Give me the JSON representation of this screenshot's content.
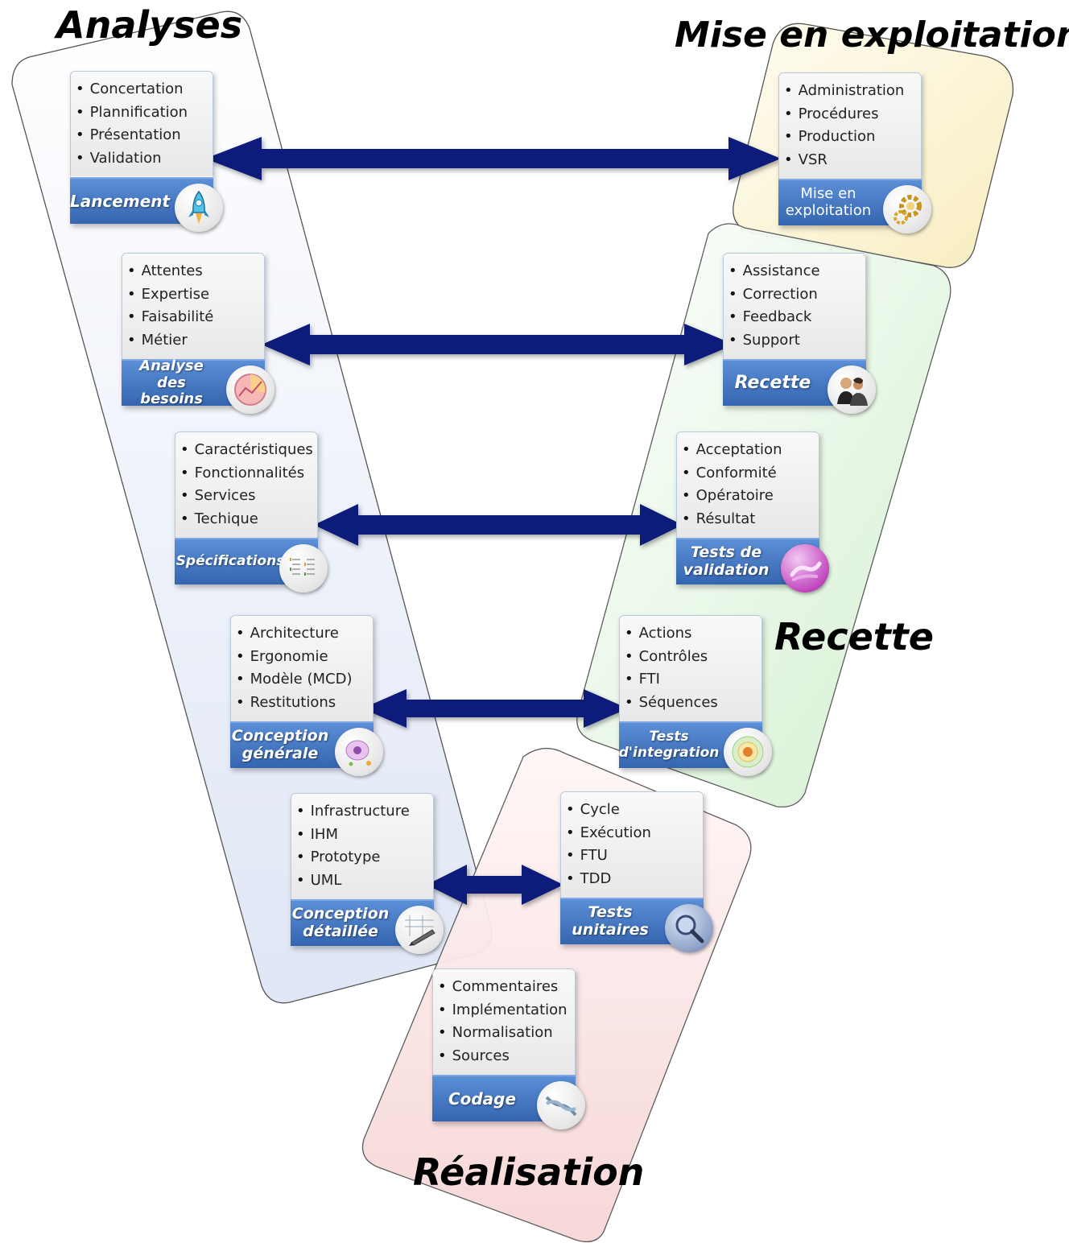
{
  "zones": {
    "analyses": "Analyses",
    "exploitation": "Mise en exploitation",
    "recette": "Recette",
    "realisation": "Réalisation"
  },
  "phases": {
    "lancement": {
      "label": "Lancement",
      "items": [
        "Concertation",
        "Plannification",
        "Présentation",
        "Validation"
      ],
      "icon": "rocket-icon"
    },
    "analyse_besoins": {
      "label": "Analyse des\nbesoins",
      "items": [
        "Attentes",
        "Expertise",
        "Faisabilité",
        "Métier"
      ],
      "icon": "chart-plate-icon"
    },
    "specifications": {
      "label": "Spécifications",
      "items": [
        "Caractéristiques",
        "Fonctionnalités",
        "Services",
        "Techique"
      ],
      "icon": "document-list-icon"
    },
    "conception_generale": {
      "label": "Conception\ngénérale",
      "items": [
        "Architecture",
        "Ergonomie",
        "Modèle (MCD)",
        "Restitutions"
      ],
      "icon": "cell-icon"
    },
    "conception_detaillee": {
      "label": "Conception\ndétaillée",
      "items": [
        "Infrastructure",
        "IHM",
        "Prototype",
        "UML"
      ],
      "icon": "pencil-drawing-icon"
    },
    "codage": {
      "label": "Codage",
      "items": [
        "Commentaires",
        "Implémentation",
        "Normalisation",
        "Sources"
      ],
      "icon": "dna-icon"
    },
    "tests_unitaires": {
      "label": "Tests\nunitaires",
      "items": [
        "Cycle",
        "Exécution",
        "FTU",
        "TDD"
      ],
      "icon": "magnifier-icon"
    },
    "tests_integration": {
      "label": "Tests\nd'integration",
      "items": [
        "Actions",
        "Contrôles",
        "FTI",
        "Séquences"
      ],
      "icon": "target-diagram-icon"
    },
    "tests_validation": {
      "label": "Tests de\nvalidation",
      "items": [
        "Acceptation",
        "Conformité",
        "Opératoire",
        "Résultat"
      ],
      "icon": "hands-icon"
    },
    "recette": {
      "label": "Recette",
      "items": [
        "Assistance",
        "Correction",
        "Feedback",
        "Support"
      ],
      "icon": "people-icon"
    },
    "mise_exploitation": {
      "label": "Mise en\nexploitation",
      "items": [
        "Administration",
        "Procédures",
        "Production",
        "VSR"
      ],
      "icon": "gears-icon"
    }
  },
  "colors": {
    "arrow": "#0e1a7a",
    "label_bar": "#3f72c0",
    "zone_analyses": "#e6ecf8",
    "zone_exploitation": "#fbf2cf",
    "zone_recette": "#dff5dc",
    "zone_realisation": "#fbe2e2"
  }
}
